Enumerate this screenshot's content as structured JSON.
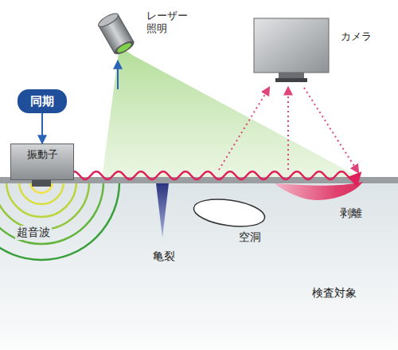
{
  "diagram": {
    "nodes": [
      {
        "text": [
          "レーザー 照明"
        ]
      },
      {
        "text": [
          "カメラ"
        ]
      },
      {
        "text": [
          "同期"
        ]
      },
      {
        "text": [
          "振動子"
        ]
      }
    ],
    "edges": [
      {
        "from": 2,
        "to": 0,
        "arrow": "to"
      },
      {
        "from": 2,
        "to": 3,
        "arrow": "to"
      }
    ],
    "labels": [
      "超音波",
      "亀裂",
      "空洞",
      "剥離",
      "検査対象"
    ]
  }
}
